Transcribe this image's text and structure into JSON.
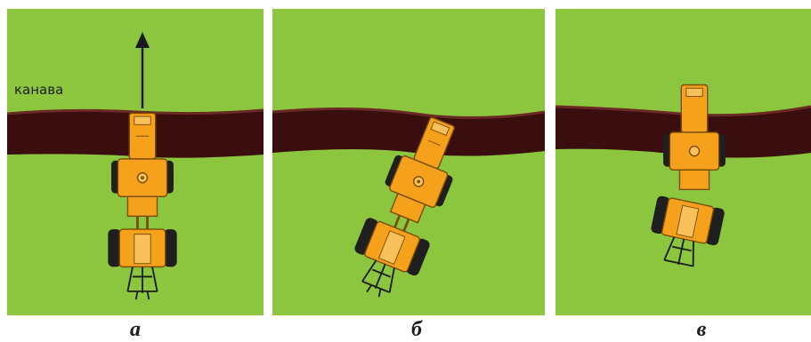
{
  "labels": {
    "ditch": "канава"
  },
  "panels": [
    {
      "caption": "а"
    },
    {
      "caption": "б"
    },
    {
      "caption": "в"
    }
  ],
  "colors": {
    "grass": "#8cc63f",
    "grass_dark": "#7ab532",
    "ditch": "#3a0e0e",
    "ditch_edge": "#6a2a24",
    "tractor_body": "#f5a11c",
    "tractor_outline": "#7a4a00",
    "tyre": "#1f1f1f",
    "arrow": "#1a1a1a"
  },
  "icons": {
    "arrow": "arrow-up-icon",
    "tractor": "tractor-icon"
  }
}
